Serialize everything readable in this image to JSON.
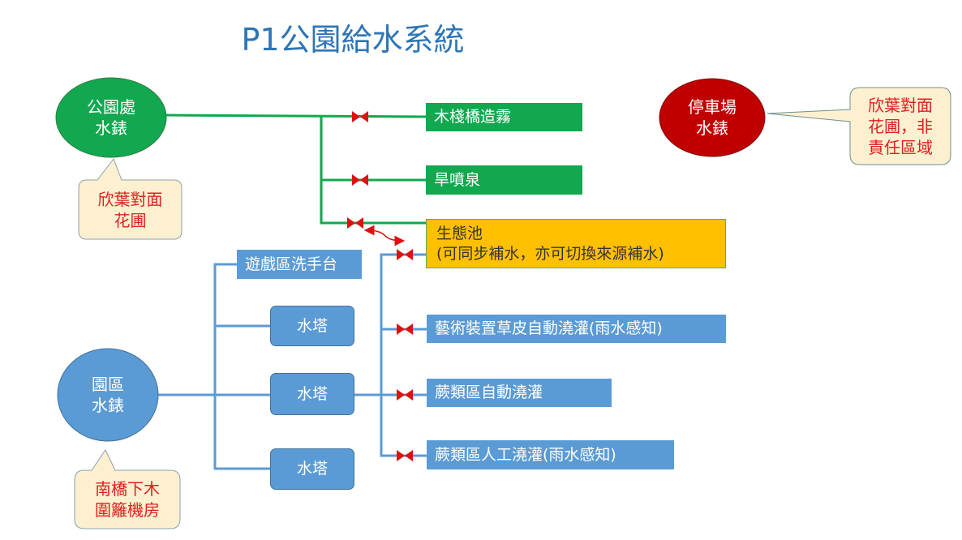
{
  "title": "P1公園給水系統",
  "colors": {
    "green": "#11a84f",
    "blue": "#5b9bd5",
    "red": "#c00000",
    "orange": "#ffc000",
    "valve": "#e01010",
    "note_bg": "#fdf0d0"
  },
  "meters": {
    "park_office": {
      "label": "公園處\n水錶",
      "note": "欣葉對面\n花圃"
    },
    "parking": {
      "label": "停車場\n水錶",
      "note": "欣葉對面\n花圃，非\n責任區域"
    },
    "park_area": {
      "label": "園區\n水錶",
      "note": "南橋下木\n圍籬機房"
    }
  },
  "green_outlets": [
    "木棧橋造霧",
    "旱噴泉"
  ],
  "pond": "生態池\n(可同步補水，亦可切換來源補水)",
  "handwash": "遊戲區洗手台",
  "towers": [
    "水塔",
    "水塔",
    "水塔"
  ],
  "blue_outlets": [
    "藝術裝置草皮自動澆灌(雨水感知)",
    "蕨類區自動澆灌",
    "蕨類區人工澆灌(雨水感知)"
  ]
}
